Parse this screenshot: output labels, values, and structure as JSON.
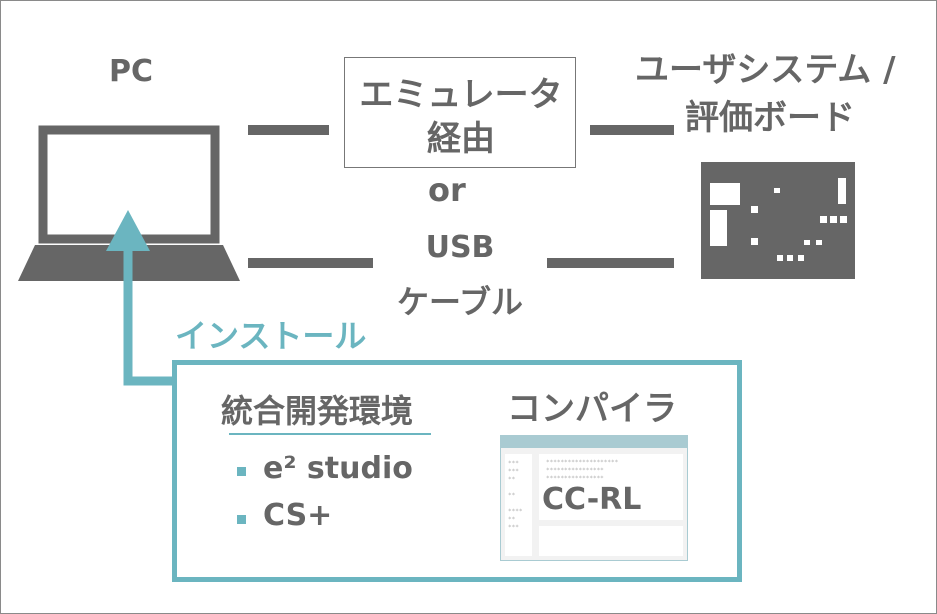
{
  "pc": {
    "label": "PC"
  },
  "emulator": {
    "line1": "エミュレータ",
    "line2": "経由"
  },
  "connector": {
    "or_label": "or"
  },
  "usb": {
    "line1": "USB",
    "line2": "ケーブル"
  },
  "target": {
    "line1": "ユーザシステム /",
    "line2": "評価ボード"
  },
  "install": {
    "label": "インストール",
    "ide_heading": "統合開発環境",
    "ide_items": [
      "e² studio",
      "CS+"
    ],
    "compiler_heading": "コンパイラ",
    "compiler_name": "CC-RL"
  },
  "colors": {
    "gray": "#666666",
    "accent": "#6bb5c0",
    "frame": "#8a8a8a"
  },
  "icons": [
    "laptop-icon",
    "board-icon",
    "compiler-window-icon"
  ]
}
